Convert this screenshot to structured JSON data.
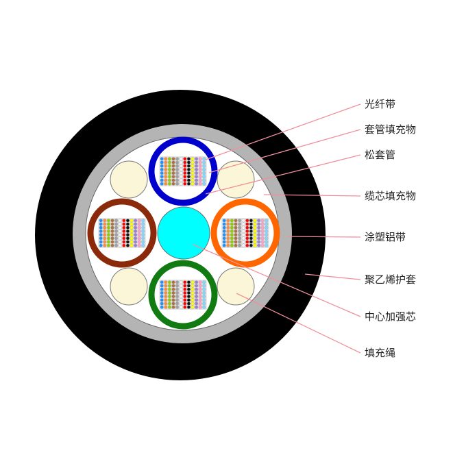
{
  "labels": [
    {
      "text": "光纤带"
    },
    {
      "text": "套管填充物"
    },
    {
      "text": "松套管"
    },
    {
      "text": "缆芯填充物"
    },
    {
      "text": "涂塑铝带"
    },
    {
      "text": "聚乙烯护套"
    },
    {
      "text": "中心加强芯"
    },
    {
      "text": "填充绳"
    }
  ],
  "colors": {
    "sheath": "#000000",
    "aluminum_tape": "#b4b4b4",
    "core_filler": "#ffffff",
    "strength_member": "#00ffff",
    "filler_rope": "#fbf6d8",
    "leader_line": "#f0909a",
    "tubes": [
      "#0000cc",
      "#8b2a0a",
      "#ff6600",
      "#117a11"
    ],
    "fiber_colors": [
      "#1e90ff",
      "#ff8c3a",
      "#8fce00",
      "#b07040",
      "#a0a0a0",
      "#f4f4f4",
      "#ff0000",
      "#111111",
      "#ffff00",
      "#9b7fd1",
      "#ff9ec8",
      "#7fd8ff"
    ]
  }
}
